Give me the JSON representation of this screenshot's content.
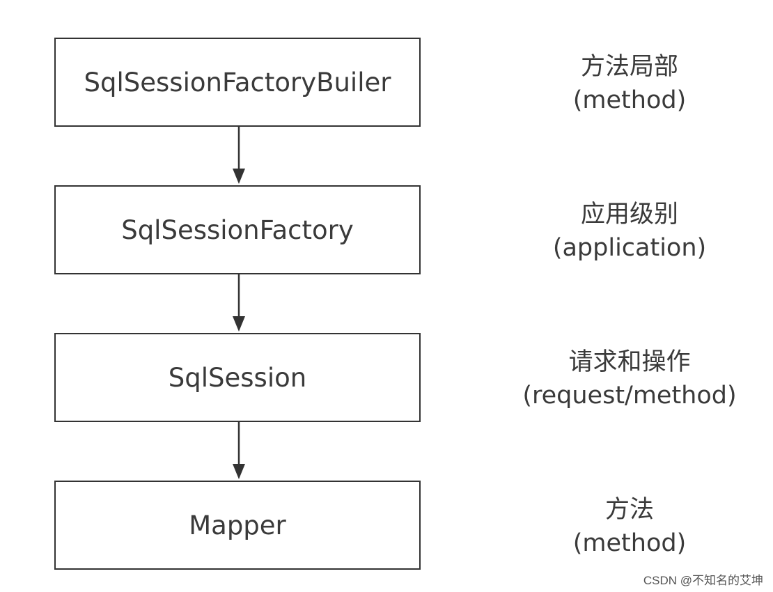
{
  "boxes": [
    {
      "label": "SqlSessionFactoryBuiler"
    },
    {
      "label": "SqlSessionFactory"
    },
    {
      "label": "SqlSession"
    },
    {
      "label": "Mapper"
    }
  ],
  "annotations": [
    {
      "scope": "方法局部",
      "scope_en": "(method)"
    },
    {
      "scope": "应用级别",
      "scope_en": "(application)"
    },
    {
      "scope": "请求和操作",
      "scope_en": "(request/method)"
    },
    {
      "scope": "方法",
      "scope_en": "(method)"
    }
  ],
  "watermark": "CSDN @不知名的艾坤",
  "colors": {
    "box_border": "#333333",
    "arrow": "#333333",
    "text": "#3a3a3a"
  }
}
